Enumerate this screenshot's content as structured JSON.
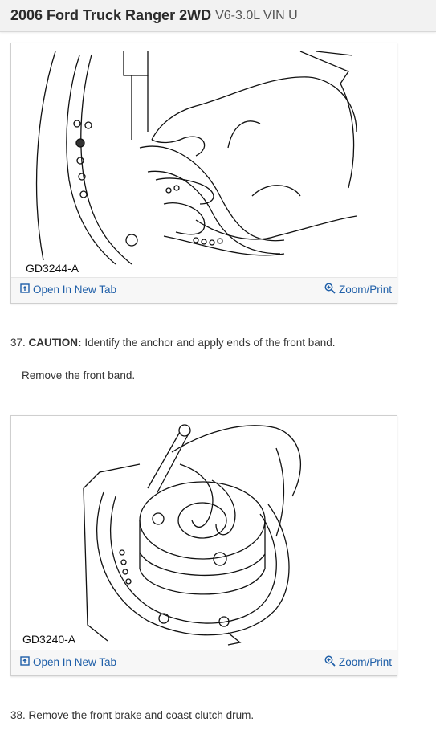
{
  "header": {
    "title": "2006 Ford Truck Ranger 2WD",
    "subtitle": "V6-3.0L VIN U"
  },
  "figures": [
    {
      "label": "GD3244-A",
      "open_tab": "Open In New Tab",
      "zoom": "Zoom/Print"
    },
    {
      "label": "GD3240-A",
      "open_tab": "Open In New Tab",
      "zoom": "Zoom/Print"
    }
  ],
  "steps": {
    "step37_num": "37.",
    "step37_caution": "CAUTION:",
    "step37_text": "Identify the anchor and apply ends of the front band.",
    "step37_sub": "Remove the front band.",
    "step38": "38. Remove the front brake and coast clutch drum."
  },
  "colors": {
    "link": "#1f5fa8",
    "header_bg": "#f2f2f2"
  },
  "icons": [
    "open-tab-icon",
    "zoom-icon"
  ]
}
